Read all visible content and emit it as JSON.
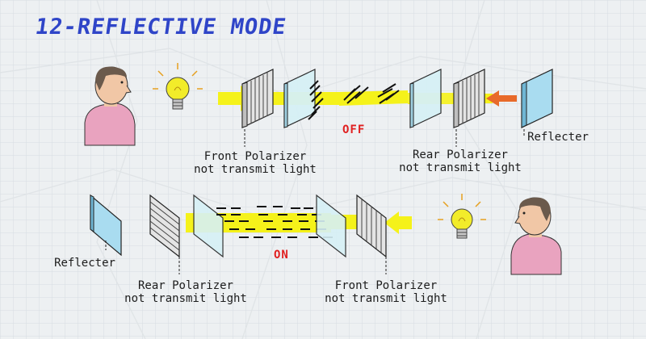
{
  "title": "12-REFLECTIVE MODE",
  "top_row": {
    "front_polarizer_label": "Front Polarizer",
    "front_polarizer_sub": "not transmit light",
    "rear_polarizer_label": "Rear Polarizer",
    "rear_polarizer_sub": "not transmit light",
    "reflector_label": "Reflecter",
    "state": "OFF"
  },
  "bottom_row": {
    "reflector_label": "Reflecter",
    "rear_polarizer_label": "Rear Polarizer",
    "rear_polarizer_sub": "not transmit light",
    "front_polarizer_label": "Front Polarizer",
    "front_polarizer_sub": "not transmit light",
    "state": "ON"
  },
  "colors": {
    "title": "#2f45c8",
    "light_beam": "#f5f21a",
    "state_text": "#e02020",
    "reflector": "#a9dcf0",
    "glass": "#d6f0f6",
    "arrow_accent": "#e86a2a",
    "shirt": "#e9a3bf",
    "bulb": "#f2ec2a"
  },
  "icons": [
    "person-icon",
    "light-bulb-icon",
    "polarizer-icon",
    "glass-plate-icon",
    "reflector-icon"
  ]
}
